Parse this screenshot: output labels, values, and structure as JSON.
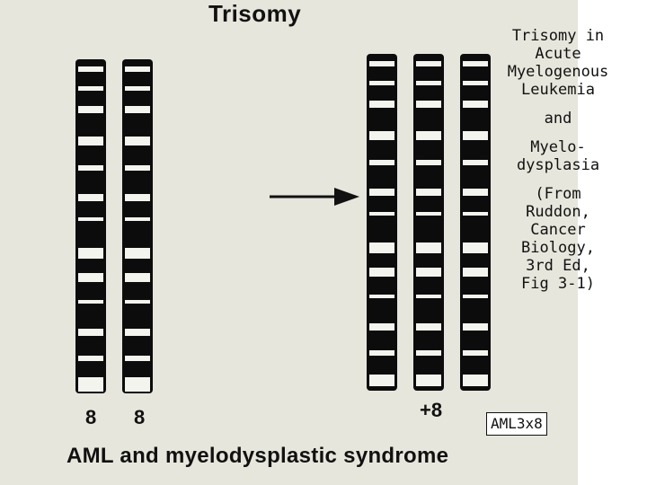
{
  "figure": {
    "heading": "Trisomy",
    "footer": "AML and myelodysplastic syndrome",
    "left_group": {
      "labels": [
        "8",
        "8"
      ]
    },
    "right_group": {
      "label": "+8"
    }
  },
  "caption": {
    "title_lines": [
      "Trisomy in",
      "Acute",
      "Myelogenous",
      "Leukemia"
    ],
    "conjunction": "and",
    "subject_lines": [
      "Myelo-",
      "dysplasia"
    ],
    "source_lines": [
      "(From",
      "Ruddon,",
      "Cancer",
      "Biology,",
      "3rd Ed,",
      "Fig 3-1)"
    ]
  },
  "badge": {
    "text": "AML3x8"
  },
  "colors": {
    "background": "#e7e6dc",
    "chromosome": "#0c0c0c",
    "band_light": "#f4f4ee",
    "panel": "#ffffff"
  }
}
